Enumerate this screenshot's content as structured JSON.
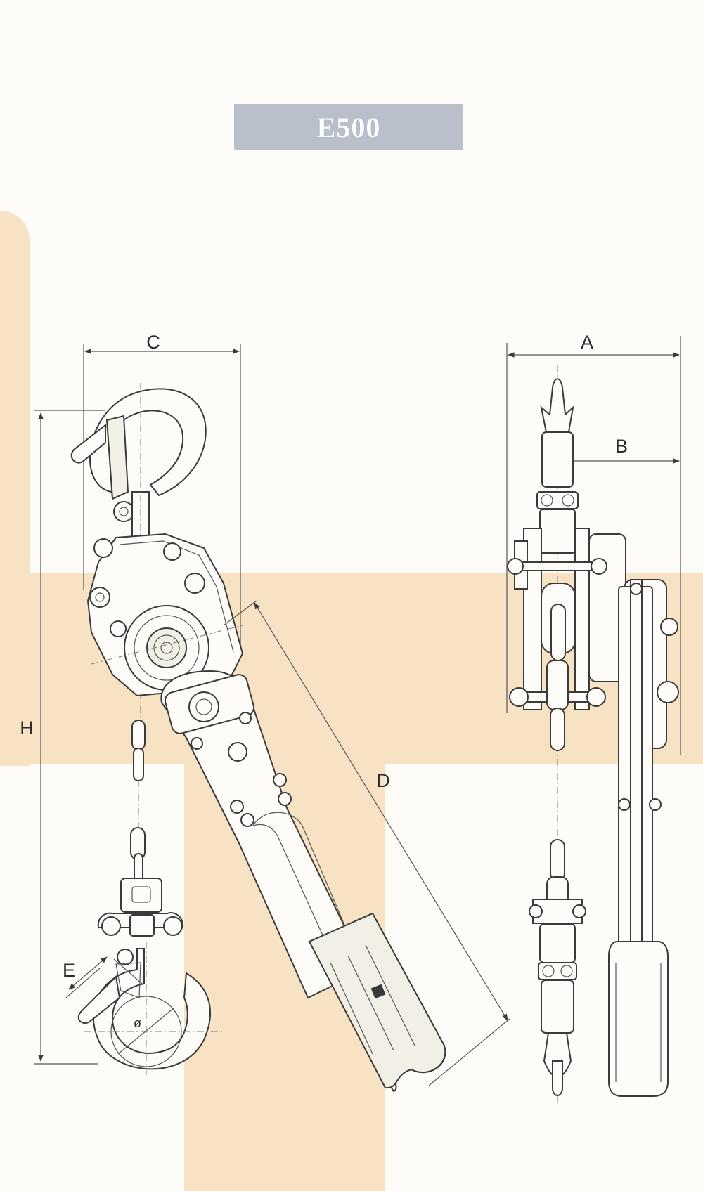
{
  "title": "E500",
  "dimensions": {
    "a": "A",
    "b": "B",
    "c": "C",
    "d": "D",
    "e": "E",
    "h": "H",
    "phi": "ø"
  },
  "colors": {
    "background": "#fdfcf8",
    "band": "#f8e2c4",
    "badge": "#b9c0cc",
    "line": "#3a3a3a"
  }
}
